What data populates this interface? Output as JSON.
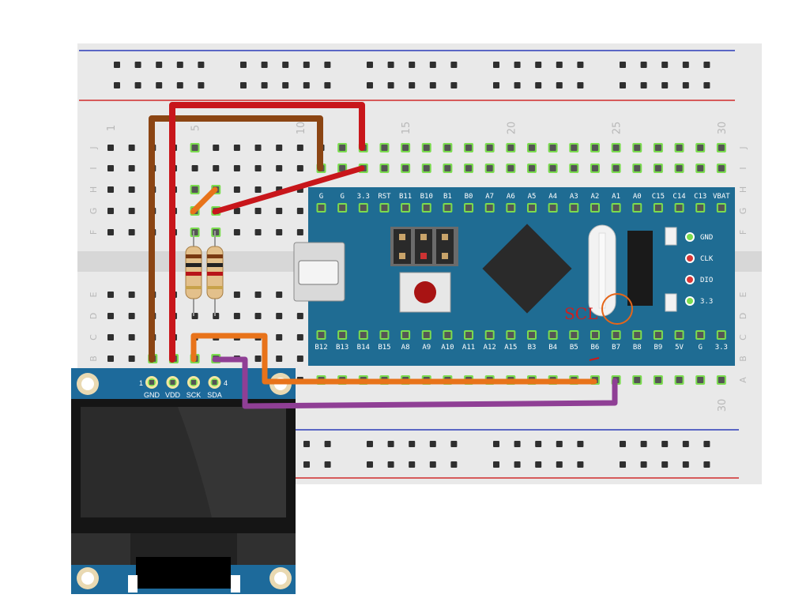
{
  "breadboard": {
    "row_labels": [
      "J",
      "I",
      "H",
      "G",
      "F",
      "E",
      "D",
      "C",
      "B",
      "A"
    ],
    "column_numbers": [
      "1",
      "5",
      "10",
      "15",
      "20",
      "25",
      "30"
    ],
    "bottom_column_numbers": [
      "30"
    ]
  },
  "stm32_board": {
    "top_pins": [
      "G",
      "G",
      "3.3",
      "RST",
      "B11",
      "B10",
      "B1",
      "B0",
      "A7",
      "A6",
      "A5",
      "A4",
      "A3",
      "A2",
      "A1",
      "A0",
      "C15",
      "C14",
      "C13",
      "VBAT"
    ],
    "bottom_pins": [
      "B12",
      "B13",
      "B14",
      "B15",
      "A8",
      "A9",
      "A10",
      "A11",
      "A12",
      "A15",
      "B3",
      "B4",
      "B5",
      "B6",
      "B7",
      "B8",
      "B9",
      "5V",
      "G",
      "3.3"
    ]
  },
  "side_module": {
    "pins": [
      "GND",
      "CLK",
      "DIO",
      "3.3"
    ]
  },
  "oled": {
    "pins": [
      "GND",
      "VDD",
      "SCK",
      "SDA"
    ],
    "pin_first_number": "1",
    "pin_last_number": "4"
  },
  "annotation": {
    "text": "SCL"
  },
  "colors": {
    "breadboard": "#e9e9e9",
    "board_blue": "#1f6c93",
    "wire_red": "#c8161b",
    "wire_brown": "#8b4513",
    "wire_orange": "#e8731a",
    "wire_purple": "#8f3f95",
    "hole_green": "#7bdc4f",
    "rail_blue": "#2b3bb8",
    "rail_red": "#d02a2a",
    "annotation_red": "#d01818"
  }
}
